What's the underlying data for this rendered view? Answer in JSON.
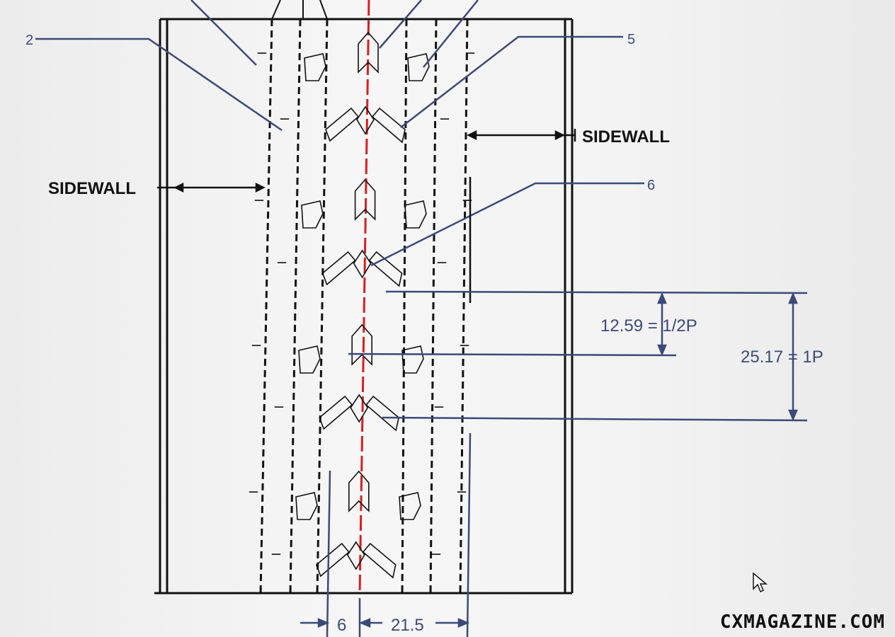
{
  "labels": {
    "callout_2": "2",
    "callout_5": "5",
    "callout_6": "6",
    "sidewall_left": "SIDEWALL",
    "sidewall_right": "SIDEWALL",
    "half_pitch": "12.59 = 1/2P",
    "full_pitch": "25.17 = 1P",
    "dim_6": "6",
    "dim_21_5": "21.5"
  },
  "watermark": "CXMAGAZINE.COM",
  "icons": [
    "mouse-cursor-icon"
  ],
  "colors": {
    "outline": "#111111",
    "centerline": "#d42020",
    "dimension": "#3b4a78",
    "background": "#f1f1f1"
  }
}
